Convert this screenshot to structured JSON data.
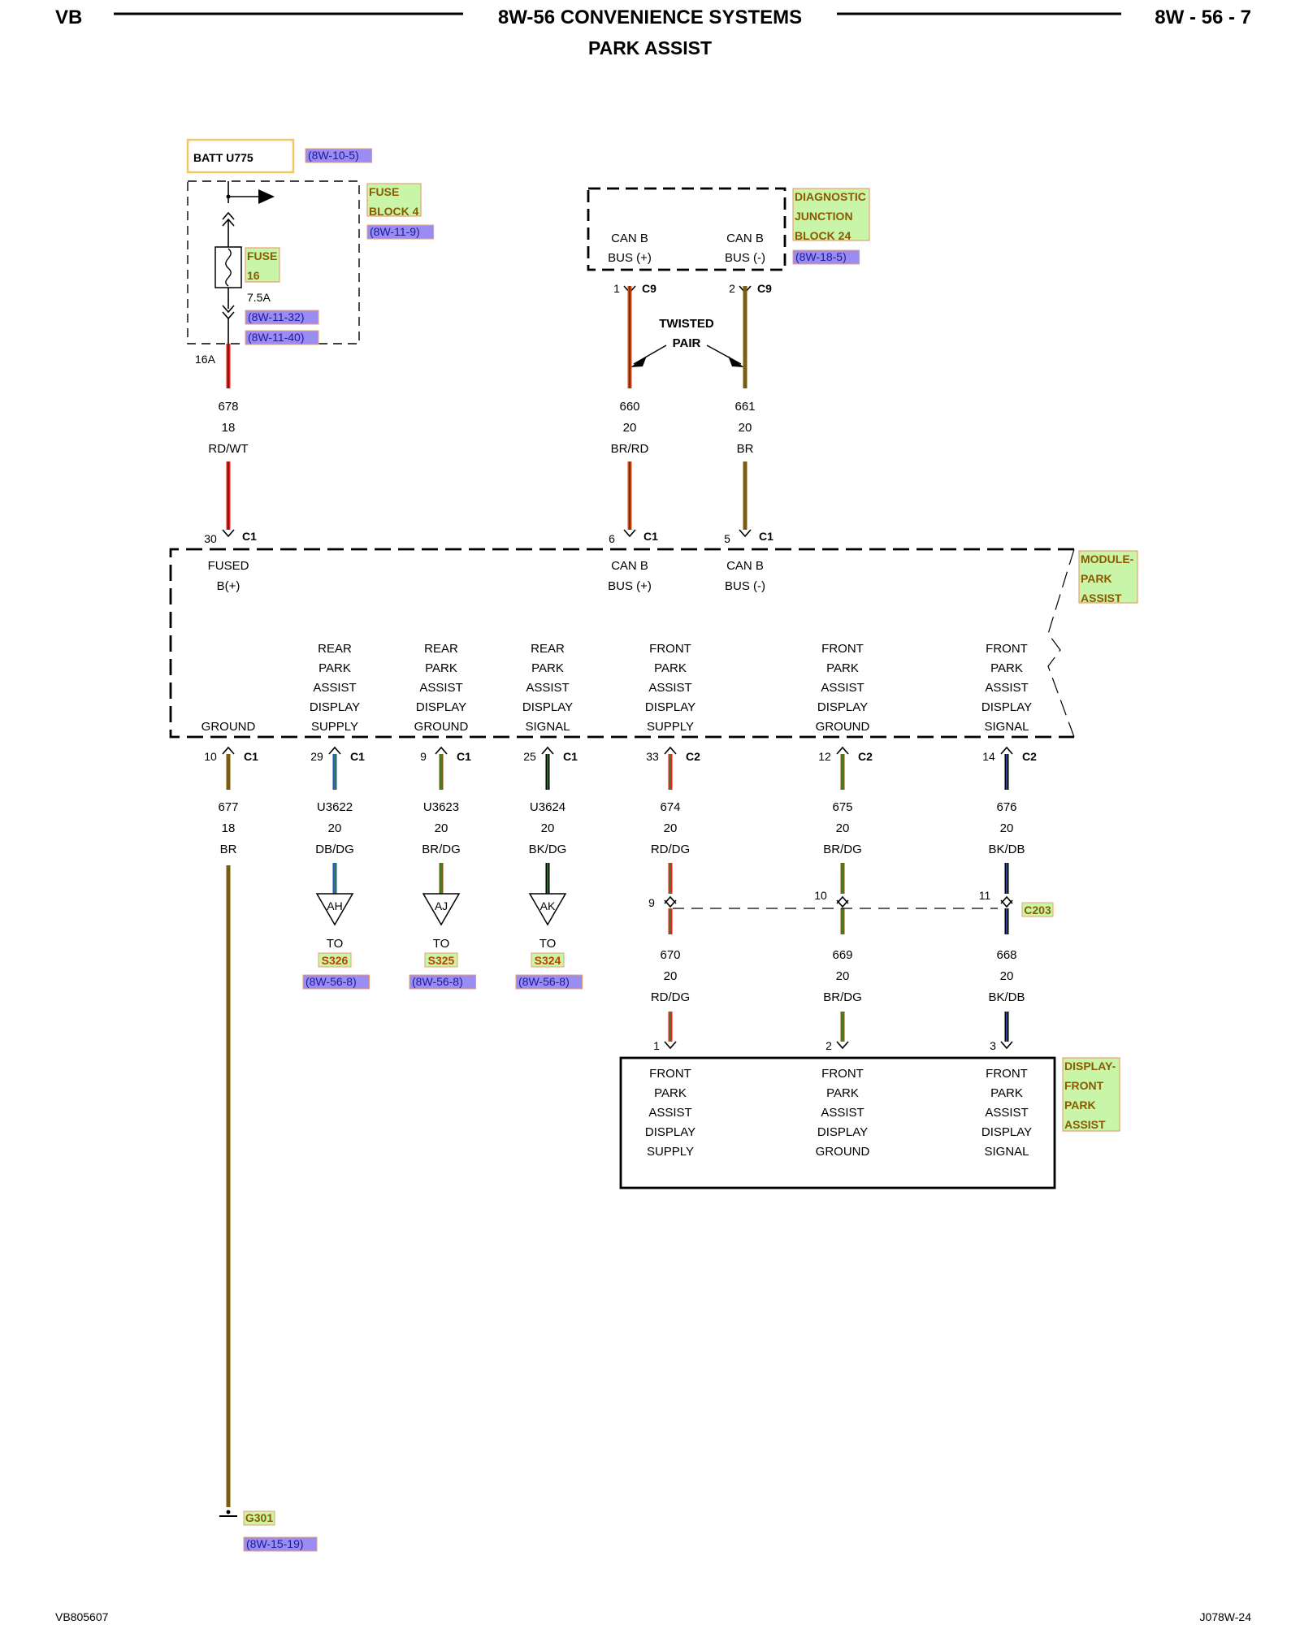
{
  "header": {
    "left": "VB",
    "title": "8W-56 CONVENIENCE SYSTEMS",
    "subtitle": "PARK ASSIST",
    "right": "8W - 56 - 7"
  },
  "footer": {
    "left": "VB805607",
    "right": "J078W-24"
  },
  "colors": {
    "red": "#e8231e",
    "red_dark": "#7a0b0b",
    "brown": "#7a5d12",
    "orange": "#d94a1a",
    "green": "#2e8b2e",
    "blue": "#2d54b8",
    "tag_fill": "#c9f5a8",
    "tag_border": "#e8a070",
    "ref_fill": "#9a8cf0",
    "batt_border": "#f0c860"
  },
  "battery": {
    "label": "BATT U775",
    "ref": "(8W-10-5)"
  },
  "fuse_block": {
    "name": [
      "FUSE",
      "BLOCK 4"
    ],
    "ref": "(8W-11-9)",
    "fuse": [
      "FUSE",
      "16"
    ],
    "rating": "7.5A",
    "refs": [
      "(8W-11-32)",
      "(8W-11-40)"
    ],
    "circuit_rating": "16A"
  },
  "djb": {
    "name": [
      "DIAGNOSTIC",
      "JUNCTION",
      "BLOCK 24"
    ],
    "ref": "(8W-18-5)",
    "pins": [
      {
        "label": [
          "CAN B",
          "BUS (+)"
        ],
        "pin": "1",
        "conn": "C9"
      },
      {
        "label": [
          "CAN B",
          "BUS (-)"
        ],
        "pin": "2",
        "conn": "C9"
      }
    ]
  },
  "twisted_pair": [
    "TWISTED",
    "PAIR"
  ],
  "upper_wires": [
    {
      "circuit": "678",
      "gauge": "18",
      "color": "RD/WT"
    },
    {
      "circuit": "660",
      "gauge": "20",
      "color": "BR/RD"
    },
    {
      "circuit": "661",
      "gauge": "20",
      "color": "BR"
    }
  ],
  "module": {
    "name": [
      "MODULE-",
      "PARK",
      "ASSIST"
    ],
    "top_pins": [
      {
        "pin": "30",
        "conn": "C1",
        "label": [
          "FUSED",
          "B(+)"
        ]
      },
      {
        "pin": "6",
        "conn": "C1",
        "label": [
          "CAN B",
          "BUS (+)"
        ]
      },
      {
        "pin": "5",
        "conn": "C1",
        "label": [
          "CAN B",
          "BUS (-)"
        ]
      }
    ],
    "bottom_pins": [
      {
        "pin": "10",
        "conn": "C1",
        "label": [
          "GROUND"
        ]
      },
      {
        "pin": "29",
        "conn": "C1",
        "label": [
          "REAR",
          "PARK",
          "ASSIST",
          "DISPLAY",
          "SUPPLY"
        ]
      },
      {
        "pin": "9",
        "conn": "C1",
        "label": [
          "REAR",
          "PARK",
          "ASSIST",
          "DISPLAY",
          "GROUND"
        ]
      },
      {
        "pin": "25",
        "conn": "C1",
        "label": [
          "REAR",
          "PARK",
          "ASSIST",
          "DISPLAY",
          "SIGNAL"
        ]
      },
      {
        "pin": "33",
        "conn": "C2",
        "label": [
          "FRONT",
          "PARK",
          "ASSIST",
          "DISPLAY",
          "SUPPLY"
        ]
      },
      {
        "pin": "12",
        "conn": "C2",
        "label": [
          "FRONT",
          "PARK",
          "ASSIST",
          "DISPLAY",
          "GROUND"
        ]
      },
      {
        "pin": "14",
        "conn": "C2",
        "label": [
          "FRONT",
          "PARK",
          "ASSIST",
          "DISPLAY",
          "SIGNAL"
        ]
      }
    ]
  },
  "lower_wires": [
    {
      "circuit": "677",
      "gauge": "18",
      "color": "BR"
    },
    {
      "circuit": "U3622",
      "gauge": "20",
      "color": "DB/DG"
    },
    {
      "circuit": "U3623",
      "gauge": "20",
      "color": "BR/DG"
    },
    {
      "circuit": "U3624",
      "gauge": "20",
      "color": "BK/DG"
    },
    {
      "circuit": "674",
      "gauge": "20",
      "color": "RD/DG"
    },
    {
      "circuit": "675",
      "gauge": "20",
      "color": "BR/DG"
    },
    {
      "circuit": "676",
      "gauge": "20",
      "color": "BK/DB"
    }
  ],
  "offpage": [
    {
      "letter": "AH",
      "to": "TO",
      "splice": "S326",
      "ref": "(8W-56-8)"
    },
    {
      "letter": "AJ",
      "to": "TO",
      "splice": "S325",
      "ref": "(8W-56-8)"
    },
    {
      "letter": "AK",
      "to": "TO",
      "splice": "S324",
      "ref": "(8W-56-8)"
    }
  ],
  "c203": {
    "name": "C203",
    "pins": [
      "9",
      "10",
      "11"
    ]
  },
  "display_wires": [
    {
      "circuit": "670",
      "gauge": "20",
      "color": "RD/DG"
    },
    {
      "circuit": "669",
      "gauge": "20",
      "color": "BR/DG"
    },
    {
      "circuit": "668",
      "gauge": "20",
      "color": "BK/DB"
    }
  ],
  "display": {
    "name": [
      "DISPLAY-",
      "FRONT",
      "PARK",
      "ASSIST"
    ],
    "pins": [
      {
        "pin": "1",
        "label": [
          "FRONT",
          "PARK",
          "ASSIST",
          "DISPLAY",
          "SUPPLY"
        ]
      },
      {
        "pin": "2",
        "label": [
          "FRONT",
          "PARK",
          "ASSIST",
          "DISPLAY",
          "GROUND"
        ]
      },
      {
        "pin": "3",
        "label": [
          "FRONT",
          "PARK",
          "ASSIST",
          "DISPLAY",
          "SIGNAL"
        ]
      }
    ]
  },
  "ground": {
    "name": "G301",
    "ref": "(8W-15-19)"
  }
}
